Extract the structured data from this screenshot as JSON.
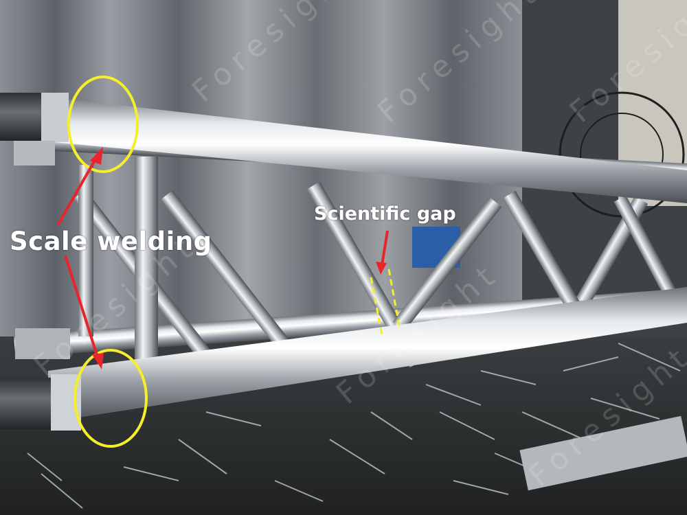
{
  "annotations": {
    "scale_welding": "Scale welding",
    "scientific_gap": "Scientific gap"
  },
  "watermark": {
    "text": "Foresight"
  },
  "colors": {
    "highlight_circle": "#f4ef2a",
    "gap_marker": "#f4ef2a",
    "arrow": "#e8252b",
    "label_text": "#ffffff"
  }
}
